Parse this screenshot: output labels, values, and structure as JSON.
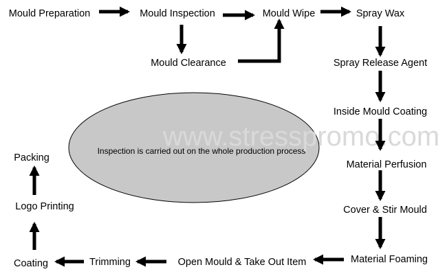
{
  "nodes": {
    "mould_preparation": "Mould Preparation",
    "mould_inspection": "Mould Inspection",
    "mould_wipe": "Mould Wipe",
    "spray_wax": "Spray Wax",
    "mould_clearance": "Mould Clearance",
    "spray_release_agent": "Spray Release Agent",
    "inside_mould_coating": "Inside Mould Coating",
    "material_perfusion": "Material Perfusion",
    "cover_stir_mould": "Cover & Stir Mould",
    "material_foaming": "Material Foaming",
    "open_mould_take_out": "Open Mould & Take Out Item",
    "trimming": "Trimming",
    "coating": "Coating",
    "logo_printing": "Logo Printing",
    "packing": "Packing"
  },
  "center_note": "Inspection is carried out on the whole production process",
  "watermark": "www.stresspromo.com",
  "colors": {
    "ellipse_fill": "#c8c8c8",
    "arrow": "#000000",
    "watermark": "#d9d9d9"
  }
}
